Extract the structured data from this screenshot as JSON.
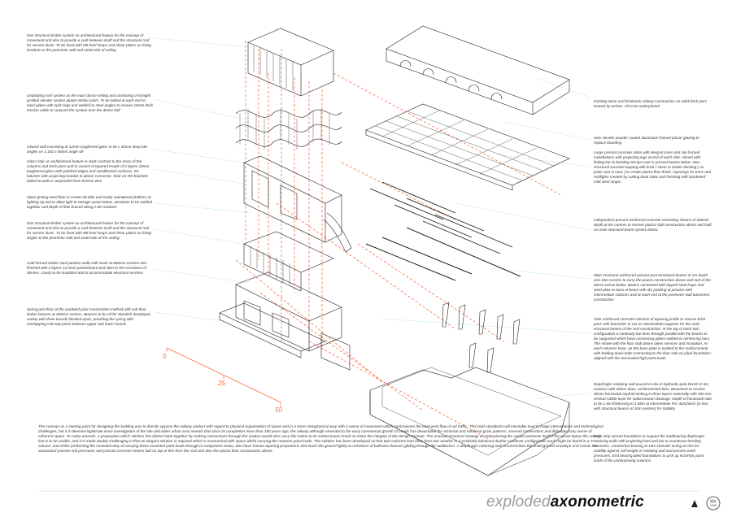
{
  "title": {
    "light": "exploded",
    "bold": "axonometric"
  },
  "logo_text": [
    "設計",
    "CIAE"
  ],
  "scale_labels": [
    "0",
    "25",
    "50"
  ],
  "colors": {
    "accent": "#ff6a3d",
    "line": "#222222",
    "leader": "#7ecbe3",
    "text": "#333333"
  },
  "left_notes": [
    "Non structural timber system as architectural feature for the concept of movement and also to provide a void between itself and the structural roof for service ducts. To be fixed with M8 heel straps and shear plates on fixing brackets to the perimeter wall and underside of ceiling",
    "Undulating roof system as the main dance ceiling and consisting of straight profiled slender section glulam timber joists. To be bolted at each end to steel plates with split rings and welded to steel angles to receive 16mm thick tension cable to suspend the system over the dance hall",
    "Glazed wall consisting of 12mm toughened glass in 60 x 30mm deep MS angles on a 100 x 65mm angle sill",
    "Glass stair as architectural feature in stark contrast to the mass of the columns and brick piers and to consist of tapered treads of 2 layers 18mm toughened glass with polished edges and sandblasted surfaces. SS baluster with projecting bracket to planar connector. Stair on MS brackets bolted to wall or suspended from tension wire",
    "Open grating steel floor to create durable and easily maintained platform as lighting rig and to allow light to storage space below. Junctions to be welded together and depth of flats braced along 2.5m sections",
    "Non structural timber system as architectural feature for the concept of movement and also to provide a void between itself and the structural roof for service ducts. To be fixed with M8 heel straps and shear plates on fixing angles to the perimeter wall and underside of the ceiling",
    "Cold formed timber stud partition walls with studs at 600mm centres and finished with 2 layers 12.5mm plasterboard and skim to fire resistance of 30mins. Cavity to be insulated and to accommodate electrical services",
    "Spring joist floor of the sandwich joist construction method with sub-floor timber bearers at 400mm centres. Bearers to be of the Swedish developed variety with three boards blocked apart, providing the spring with overlapping mid-way joints between upper and lower boards"
  ],
  "right_notes": [
    "Existing stone and brickwork railway construction on solid brick piers braced by arches. All to be underpinned",
    "New slender powder coated aluminium framed planar glazing to replace boarding",
    "Large precast concrete slabs with integral cores and site formed castellations with projecting lugs at end of each slab. Joined with linking bar to bonding stirrups cast in precast beams below. Non - structural concrete topping with brick / stone or timber decking ( on joists cast in conc ) to create piazza floor finish. Openings for trees and rooflights created by cutting back slabs and finishing with bracketed mild steel straps.",
    "Independent precast reinforced concrete secondary beams of 300mm depth at 5m centres to receive piazza slab construction above and built on main structural beam system below",
    "Main structural reinforced precast post tensioned beams of 1m depth and 10m centres to carry the piazza construction above and roof of the dance venue below. Beams connected with lapped steel loops and steel plate to base of beam with dry packing at junction with intermediate columns and at each end at the perimeter wall basement construction",
    "Twin reinforced concrete columns of tapering profile to receive brick piers with haunches to act as intermediate supports for the main structural beams of the roof construction. At the top of each twin configuration a continuity bar lines through parallel with the beams to be supported which have connecting plates welded to reinforcing bars. The rebate with the floor slab above takes services and insulation. At each columns base, an MS base plate is welded to the reinforcement with holding down bolts connecting to the floor slab on piled foundation aligned with the associated high point loads.",
    "Diaphragm retaining wall poured in-situ in hydraulic grab trench in 6m sections with 30mm diam. reinforcement bars. Basement to receive 30mm horizontal asphalt tanking in three layers externally with 450 mm vertical rubble layer for subterranean drainage. Depth of horizontal slab to be 1.5m thickening to 1.85m at intermediate RS stanchions (in-lieu with structural beams of 10m centres) for stability.",
    "Wide strip spread foundation to support the loadbearing diaphragm retaining walls with projecting heel and toe to counteract bending moments. Counterfort bracing at 10m intervals acting as ribs for stability against self weight of retaining wall and passive earth pressures. End bearing piled foundations to pick up eccentric point loads of the underpinning columns."
  ],
  "concept": "The concept as a starting point for designing the building was to directly oppose the railway viaduct with regard to physical organisation of space and in a more metaphysical way with a sense of movement which contravenes the east-west flow of rail traffic. This bold standpoint will inevitably lead to major interventions and technological challenges, but it is deemed legitimate since investigation of the site and wider urban area reveals that since its completion more than 150 years ago, the railway although essential to the early commercial growth of Leeds has devastated the Victorian and medieval grain patterns, severed connections and dislocated any sense of coherent space. To make amends, a proposition which stitches this district back together by making connections through the viaduct would also carry this notion to its subterranean levels to retain the integrity of the design concept. The unusual structural strategy of underpinning the viaduct presents itself if the space below the railway line is to be usable, and it is made doubly challenging in that an elegant solution is required which is economical with space whilst carrying the massive point loads. The solution has been developed so that twin columns lean back from one another in a positively balanced double cantilever configuration such might be found in a 'V' column, and whilst performing the essential duty of carrying these essential point loads through to component strata, also have human tapering proportions and touch the ground lightly to reminisce of ballroom dancers gliding through the auditorium. A diaphragm retaining wall circumscribes the underground envelope and resists the associated passive soil pressures and precast concrete beams laid on top of this form the roof and also the piazza floor construction above."
}
